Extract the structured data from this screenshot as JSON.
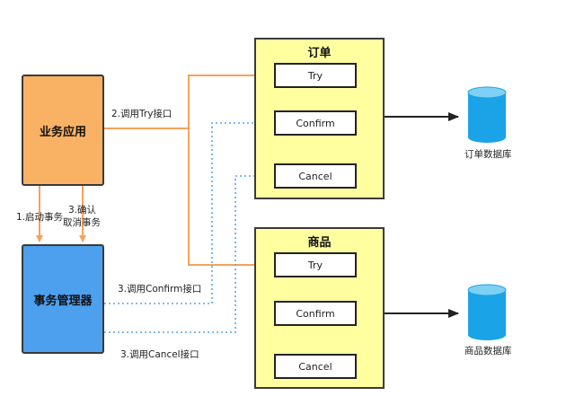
{
  "order_service": {
    "title": "订单",
    "try_label": "Try",
    "confirm_label": "Confirm",
    "cancel_label": "Cancel"
  },
  "product_service": {
    "title": "商品",
    "try_label": "Try",
    "confirm_label": "Confirm",
    "cancel_label": "Cancel"
  },
  "business_app": {
    "label": "业务应用"
  },
  "transaction_manager": {
    "label": "事务管理器"
  },
  "edges": {
    "call_try": "2.调用Try接口",
    "start_tx": "1.启动事务",
    "confirm_cancel_line1": "3.确认",
    "confirm_cancel_line2": "取消事务",
    "call_confirm": "3.调用Confirm接口",
    "call_cancel": "3.调用Cancel接口"
  },
  "databases": {
    "order_db": "订单数据库",
    "product_db": "商品数据库"
  },
  "colors": {
    "orange_line": "#f5a35a",
    "blue_dotted": "#5aa6e6",
    "db_fill": "#1aa3e6",
    "box_yellow": "#ffffa0",
    "app_orange": "#f9b264",
    "tm_blue": "#4da0ee"
  }
}
